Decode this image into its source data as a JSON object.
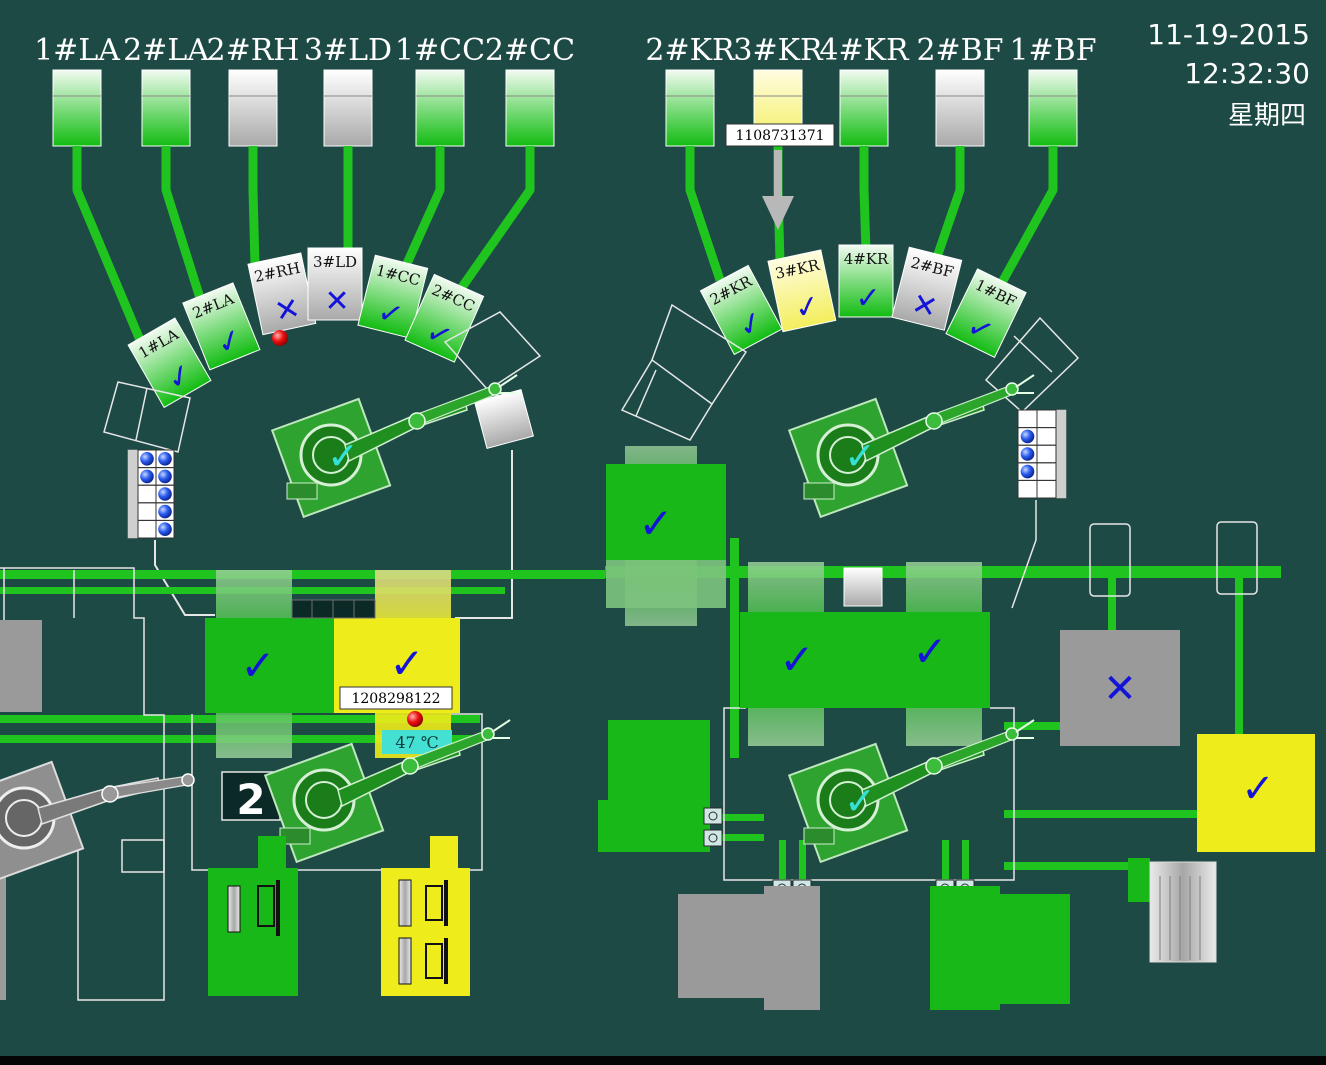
{
  "clock": {
    "date": "11-19-2015",
    "time": "12:32:30",
    "weekday": "星期四"
  },
  "left_cell": {
    "stations": [
      {
        "label": "1#LA",
        "state": "green"
      },
      {
        "label": "2#LA",
        "state": "green"
      },
      {
        "label": "2#RH",
        "state": "grey"
      },
      {
        "label": "3#LD",
        "state": "grey"
      },
      {
        "label": "1#CC",
        "state": "green"
      },
      {
        "label": "2#CC",
        "state": "green"
      }
    ],
    "arc_slots": [
      {
        "label": "1#LA",
        "mark": "✓",
        "state": "green"
      },
      {
        "label": "2#LA",
        "mark": "✓",
        "state": "green"
      },
      {
        "label": "2#RH",
        "mark": "✕",
        "state": "grey"
      },
      {
        "label": "3#LD",
        "mark": "✕",
        "state": "grey"
      },
      {
        "label": "1#CC",
        "mark": "✓",
        "state": "green"
      },
      {
        "label": "2#CC",
        "mark": "✓",
        "state": "green"
      }
    ],
    "robot_mark": "✓",
    "furnace_a_mark": "✓",
    "furnace_b_mark": "✓",
    "heat_id": "1208298122",
    "temperature": "47 ℃",
    "crane_number": "2"
  },
  "right_cell": {
    "stations": [
      {
        "label": "2#KR",
        "state": "green"
      },
      {
        "label": "3#KR",
        "state": "yellow"
      },
      {
        "label": "4#KR",
        "state": "green"
      },
      {
        "label": "2#BF",
        "state": "grey"
      },
      {
        "label": "1#BF",
        "state": "green"
      }
    ],
    "arc_slots": [
      {
        "label": "2#KR",
        "mark": "✓",
        "state": "green"
      },
      {
        "label": "3#KR",
        "mark": "✓",
        "state": "yellow"
      },
      {
        "label": "4#KR",
        "mark": "✓",
        "state": "green"
      },
      {
        "label": "2#BF",
        "mark": "✕",
        "state": "grey"
      },
      {
        "label": "1#BF",
        "mark": "✓",
        "state": "green"
      }
    ],
    "transfer_id": "1108731371",
    "robot_mark": "✓",
    "ladle_mark": "✓",
    "furnace_a_mark": "✓",
    "furnace_b_mark": "✓",
    "lower_robot_mark": "✓",
    "grey_unit_mark": "✕",
    "yellow_unit_mark": "✓"
  },
  "colors": {
    "background": "#1d4a45",
    "green": "#16c216",
    "pipe": "#1fc41f",
    "yellow": "#e6e21a",
    "grey": "#9a9a9a",
    "ok_mark": "#1414d8",
    "robot_mark": "#35e0d8",
    "alarm": "#ee1111",
    "panel_line": "#e6e6e6"
  }
}
